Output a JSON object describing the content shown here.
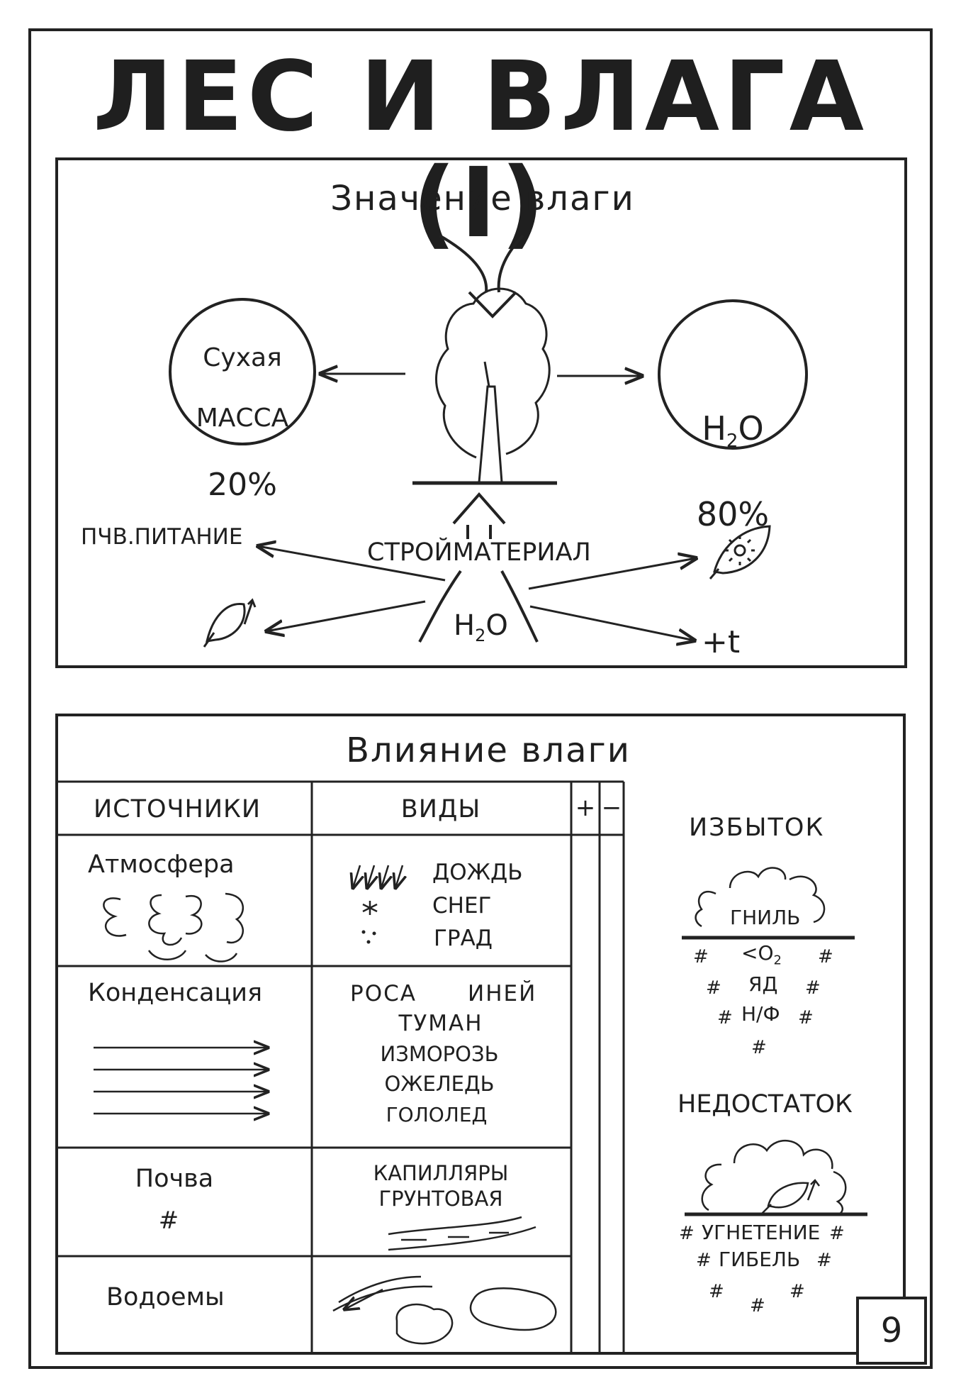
{
  "title": "ЛЕС И ВЛАГА (I)",
  "top_panel": {
    "heading": "Значение влаги",
    "dry_mass": {
      "line1": "Сухая",
      "line2": "МАССА",
      "value": "20%"
    },
    "water_circle": {
      "h": "H",
      "sub": "2",
      "o": "O",
      "value": "80%"
    },
    "soil_nutrition": "ПЧВ.ПИТАНИЕ",
    "building_material": "СТРОЙМАТЕРИАЛ",
    "h2o_bottom": {
      "h": "H",
      "sub": "2",
      "o": "O"
    },
    "temperature": "+t"
  },
  "bottom_panel": {
    "heading": "Влияние влаги",
    "columns": {
      "sources": "ИСТОЧНИКИ",
      "types": "ВИДЫ",
      "plus": "+",
      "minus": "−"
    },
    "rows": [
      {
        "source": "Атмосфера",
        "types": [
          "ДОЖДЬ",
          "СНЕГ",
          "ГРАД"
        ]
      },
      {
        "source": "Конденсация",
        "types": [
          "РОСА",
          "ИНЕЙ",
          "ТУМАН",
          "ИЗМОРОЗЬ",
          "ОЖЕЛЕДЬ",
          "ГОЛОЛЕД"
        ]
      },
      {
        "source": "Почва",
        "mark": "#",
        "types": [
          "КАПИЛЛЯРЫ",
          "ГРУНТОВАЯ"
        ]
      },
      {
        "source": "Водоемы",
        "types": []
      }
    ],
    "excess": {
      "heading": "ИЗБЫТОК",
      "cloud_label": "ГНИЛЬ",
      "o2_lt": "<O",
      "o2_sub": "2",
      "poison": "ЯД",
      "nf": "Н/Ф",
      "hash": "#"
    },
    "deficit": {
      "heading": "НЕДОСТАТОК",
      "oppression": "УГНЕТЕНИЕ",
      "death": "ГИБЕЛЬ",
      "hash": "#"
    }
  },
  "page_number": "9"
}
